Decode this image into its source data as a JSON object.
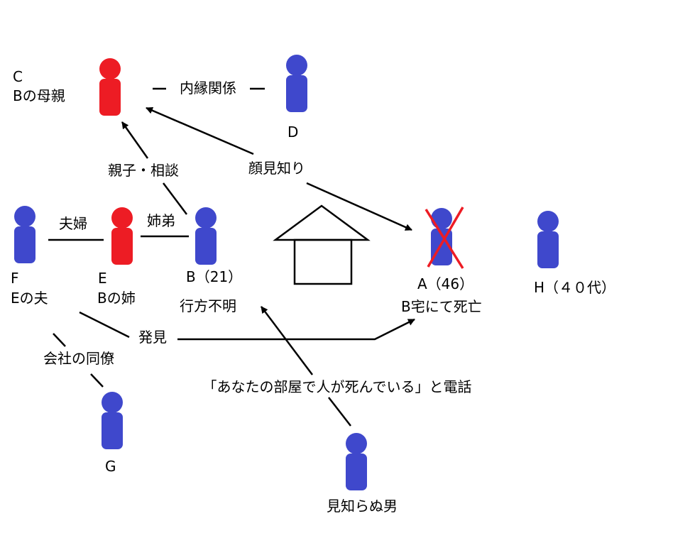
{
  "colors": {
    "person_blue": "#3f48cc",
    "person_red": "#ed1c24",
    "line": "#000000",
    "cross": "#ed1c24"
  },
  "people": {
    "C": {
      "letter": "C",
      "desc": "Bの母親",
      "color": "red"
    },
    "D": {
      "letter": "D",
      "color": "blue"
    },
    "F": {
      "letter": "F",
      "desc": "Eの夫",
      "color": "blue"
    },
    "E": {
      "letter": "E",
      "desc": "Bの姉",
      "color": "red"
    },
    "B": {
      "letter": "B（21）",
      "desc": "行方不明",
      "color": "blue"
    },
    "A": {
      "letter": "A（46）",
      "desc": "B宅にて死亡",
      "color": "blue",
      "deceased": true
    },
    "H": {
      "letter": "H（４０代）",
      "color": "blue"
    },
    "G": {
      "letter": "G",
      "color": "blue"
    },
    "stranger": {
      "letter": "見知らぬ男",
      "color": "blue"
    }
  },
  "relations": {
    "c_d": "内縁関係",
    "b_c": "親子・相談",
    "c_a": "顔見知り",
    "f_e": "夫婦",
    "e_b": "姉弟",
    "f_a": "発見",
    "f_g": "会社の同僚",
    "stranger_b": "「あなたの部屋で人が死んでいる」と電話"
  },
  "icons": {
    "house": "house-icon",
    "cross": "cross-mark-icon"
  }
}
